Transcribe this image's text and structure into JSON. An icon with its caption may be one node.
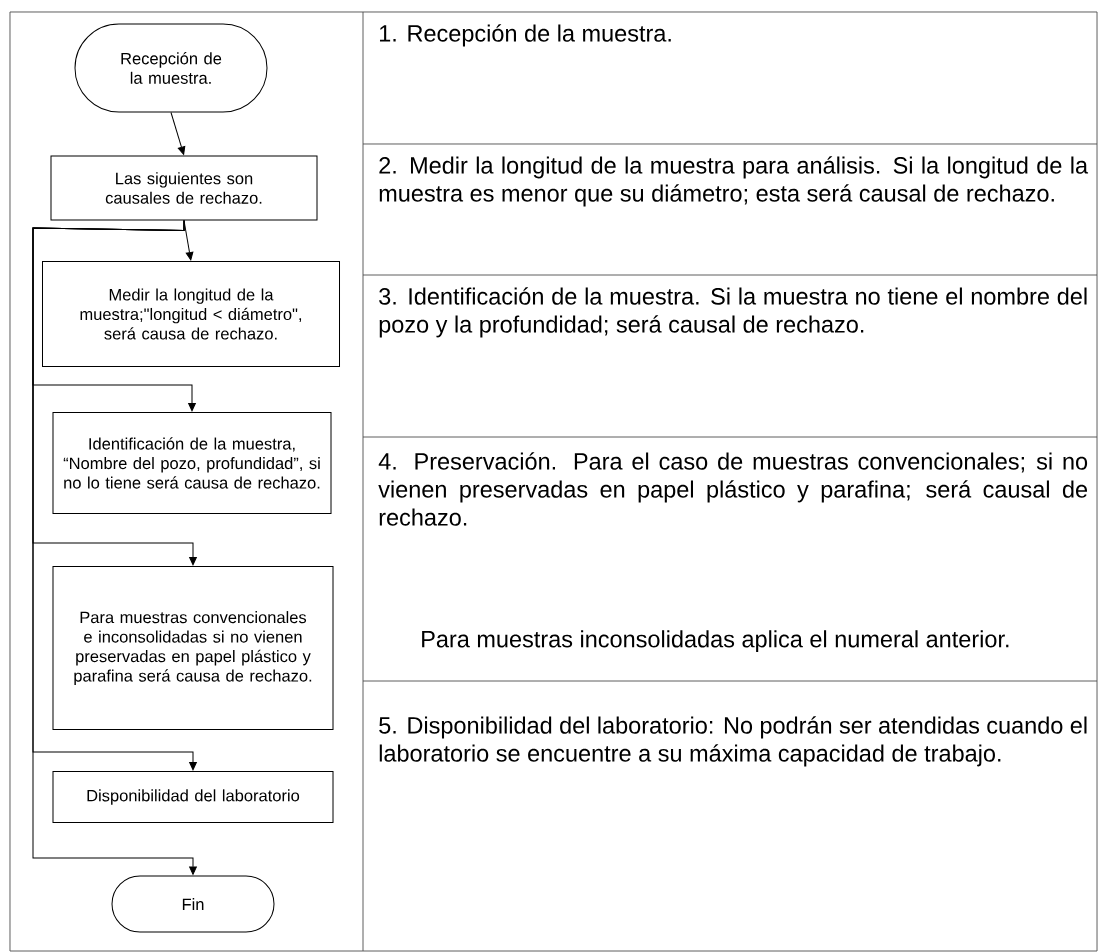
{
  "diagram": {
    "nodes": [
      {
        "text": [
          "Recepción de la muestra."
        ]
      },
      {
        "text": [
          "Las siguientes son causales de rechazo."
        ]
      },
      {
        "text": [
          "Medir la longitud de la muestra;\"longitud < diámetro\", será causa de rechazo."
        ]
      },
      {
        "text": [
          "Identificación de la muestra, “Nombre del pozo, profundidad”, si no lo tiene será causa de rechazo."
        ]
      },
      {
        "text": [
          "Para muestras convencionales e inconsolidadas si no vienen preservadas en papel plástico y parafina será causa de rechazo."
        ]
      },
      {
        "text": [
          "Disponibilidad del laboratorio"
        ]
      },
      {
        "text": [
          "Fin"
        ]
      }
    ],
    "edges": [
      {
        "from": 0,
        "to": 1,
        "arrow": "to"
      },
      {
        "from": 1,
        "to": 2,
        "arrow": "to"
      },
      {
        "from": 1,
        "to": 3,
        "arrow": "to"
      },
      {
        "from": 1,
        "to": 4,
        "arrow": "to"
      },
      {
        "from": 1,
        "to": 5,
        "arrow": "to"
      },
      {
        "from": 1,
        "to": 6,
        "arrow": "to"
      }
    ],
    "labels": [
      "1. Recepción de la muestra.",
      "2. Medir la longitud de la muestra para análisis. Si la longitud de la muestra es menor que su diámetro; esta será causal de rechazo.",
      "3. Identificación de la muestra. Si la muestra no tiene el nombre del pozo y la profundidad; será causal de rechazo.",
      "4. Preservación. Para el caso de muestras convencionales; si no vienen preservadas en papel plástico y parafina; será causal de rechazo.",
      "Para muestras inconsolidadas aplica el numeral anterior.",
      "5. Disponibilidad del laboratorio: No podrán ser atendidas cuando el laboratorio se encuentre a su máxima capacidad de trabajo."
    ]
  }
}
